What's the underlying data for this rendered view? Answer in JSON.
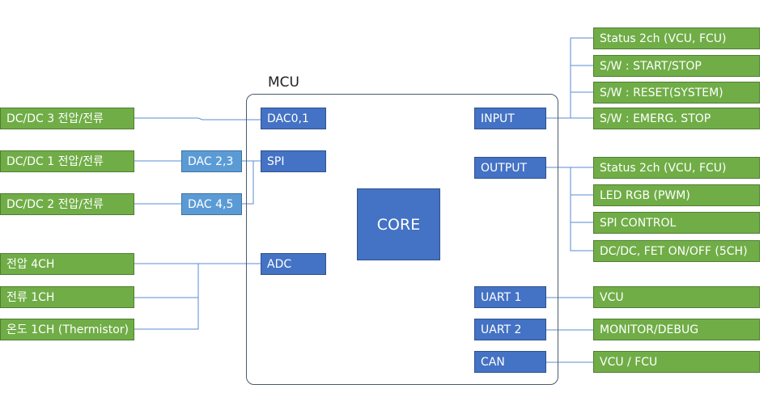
{
  "mcu_title": "MCU",
  "core_label": "CORE",
  "mcu_blocks": {
    "dac01": "DAC0,1",
    "spi": "SPI",
    "adc": "ADC",
    "input": "INPUT",
    "output": "OUTPUT",
    "uart1": "UART 1",
    "uart2": "UART 2",
    "can": "CAN"
  },
  "dac_blocks": {
    "dac23": "DAC 2,3",
    "dac45": "DAC 4,5"
  },
  "left_signals": {
    "dcdc3": "DC/DC 3 전압/전류",
    "dcdc1": "DC/DC 1 전압/전류",
    "dcdc2": "DC/DC 2 전압/전류",
    "voltage4ch": "전압 4CH",
    "current1ch": "전류 1CH",
    "temp1ch": "온도 1CH (Thermistor)"
  },
  "input_signals": [
    "Status 2ch (VCU, FCU)",
    "S/W : START/STOP",
    "S/W : RESET(SYSTEM)",
    "S/W : EMERG. STOP"
  ],
  "output_signals": [
    "Status 2ch (VCU, FCU)",
    "LED RGB (PWM)",
    "SPI CONTROL",
    "DC/DC, FET ON/OFF (5CH)"
  ],
  "uart1_target": "VCU",
  "uart2_target": "MONITOR/DEBUG",
  "can_target": "VCU / FCU",
  "colors": {
    "green": "#70ad47",
    "blue": "#4472c4",
    "light_blue": "#5b9bd5",
    "connector": "#5b8bd0"
  }
}
